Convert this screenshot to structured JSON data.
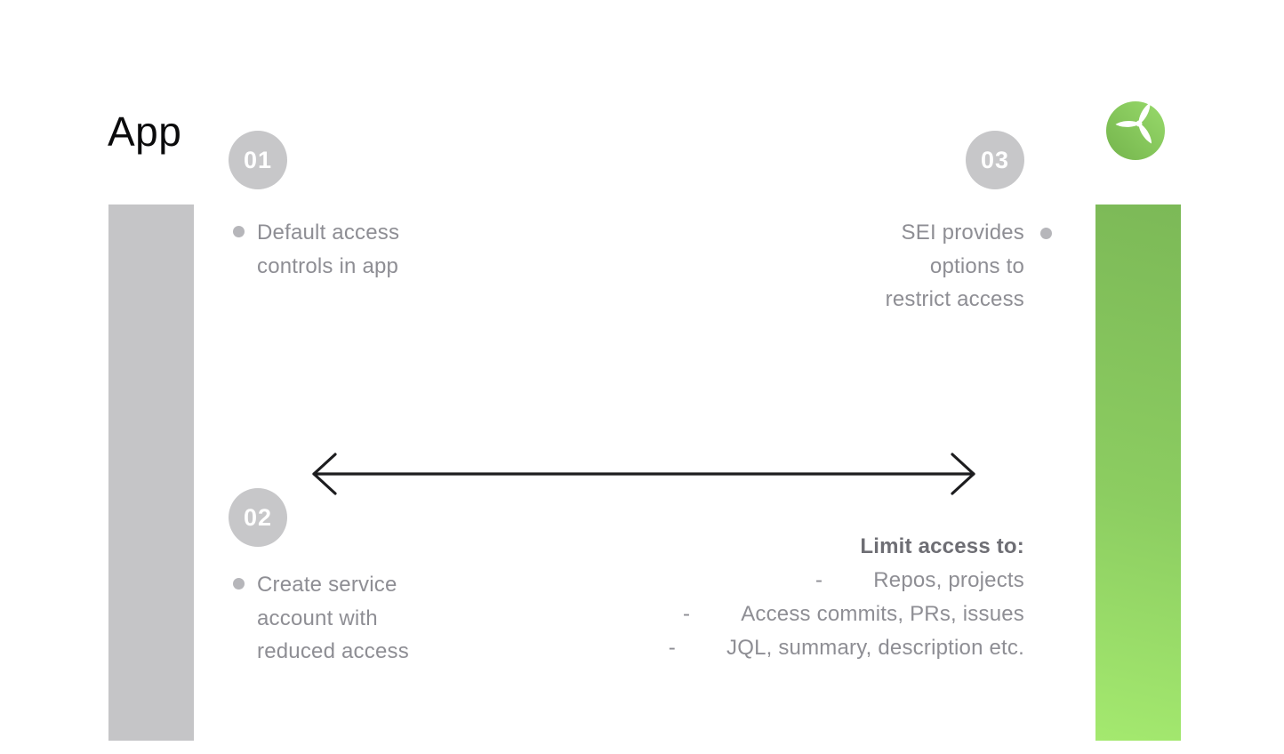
{
  "title": "App",
  "logo": {
    "icon": "propeller-logo",
    "circle_color_light": "#98da6b",
    "circle_color_dark": "#74b44c",
    "blade_color": "#ffffff"
  },
  "bars": {
    "left_color": "#c5c5c7",
    "right_gradient_top": "#7cb957",
    "right_gradient_bottom": "#a4e96f"
  },
  "arrow": {
    "type": "double-headed-horizontal",
    "color": "#1d1d1f"
  },
  "steps": [
    {
      "number": "01",
      "side": "left",
      "lines": [
        "Default access",
        "controls in app"
      ]
    },
    {
      "number": "02",
      "side": "left",
      "lines": [
        "Create service",
        "account with",
        "reduced access"
      ]
    },
    {
      "number": "03",
      "side": "right",
      "lines": [
        "SEI provides",
        "options to",
        "restrict access"
      ]
    }
  ],
  "limit_list": {
    "header": "Limit access to:",
    "dash": "-",
    "items": [
      "Repos, projects",
      "Access commits, PRs, issues",
      "JQL, summary, description etc."
    ]
  },
  "colors": {
    "body_text": "#8e8e94",
    "bullet": "#b6b6ba",
    "badge_bg": "#c7c7c9",
    "header_bold": "#6e6e74",
    "title_text": "#0b0b0c"
  }
}
